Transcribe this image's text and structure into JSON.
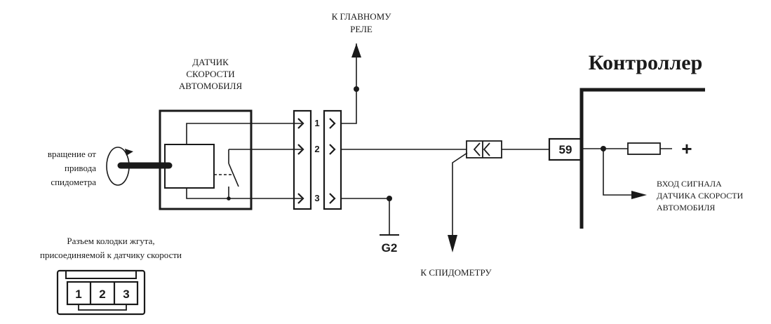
{
  "labels": {
    "main_relay": [
      "К ГЛАВНОМУ",
      "РЕЛЕ"
    ],
    "sensor": [
      "ДАТЧИК",
      "СКОРОСТИ",
      "АВТОМОБИЛЯ"
    ],
    "controller": "Контроллер",
    "rotation": [
      "вращение от",
      "привода",
      "спидометра"
    ],
    "harness": [
      "Разъем колодки жгута,",
      "присоединяемой к датчику скорости"
    ],
    "to_speedometer": "К СПИДОМЕТРУ",
    "signal_input": [
      "ВХОД СИГНАЛА",
      "ДАТЧИКА СКОРОСТИ",
      "АВТОМОБИЛЯ"
    ],
    "ground": "G2",
    "controller_pin": "59",
    "plus": "+"
  },
  "connector_pins": [
    "1",
    "2",
    "3"
  ],
  "harness_pins": [
    "1",
    "2",
    "3"
  ]
}
